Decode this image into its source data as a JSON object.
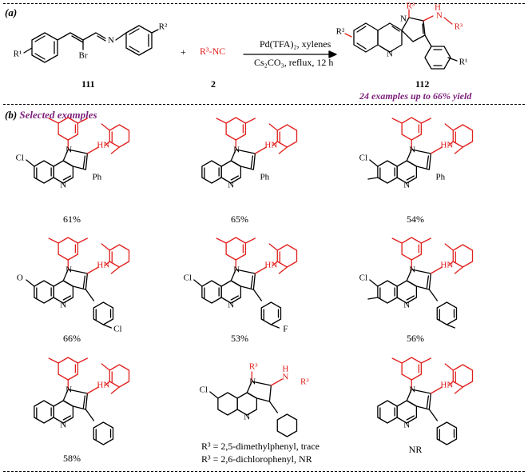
{
  "section_a": {
    "label": "(a)",
    "reactant1_id": "111",
    "reactant2_id": "2",
    "reactant2_formula": "R³-NC",
    "plus": "+",
    "conditions_line1": "Pd(TFA)₂, xylenes",
    "conditions_line2": "Cs₂CO₃, reflux, 12 h",
    "product_id": "112",
    "scope_note": "24 examples up to 66% yield",
    "atoms": {
      "R1": "R¹",
      "R2": "R²",
      "R3": "R³",
      "Br": "Br",
      "N": "N",
      "HN": "HN",
      "NR3": "N",
      "NH": "H"
    }
  },
  "section_b": {
    "label": "(b)",
    "title": "Selected examples",
    "examples": [
      {
        "yield": "61%",
        "substituent": "Cl",
        "aryl": "Ph"
      },
      {
        "yield": "65%",
        "substituent": "",
        "aryl": "Ph"
      },
      {
        "yield": "54%",
        "substituent": "Cl",
        "aryl": "Ph"
      },
      {
        "yield": "66%",
        "substituent": "O",
        "aryl": "Cl"
      },
      {
        "yield": "53%",
        "substituent": "Cl",
        "aryl": "F"
      },
      {
        "yield": "56%",
        "substituent": "Cl",
        "aryl": ""
      },
      {
        "yield": "58%",
        "substituent": "",
        "aryl": ""
      },
      {
        "yield": "",
        "substituent": "Cl",
        "aryl": ""
      },
      {
        "yield": "NR",
        "substituent": "",
        "aryl": ""
      }
    ],
    "special_note_line1": "R³ = 2,5-dimethylphenyl, trace",
    "special_note_line2": "R³ = 2,6-dichlorophenyl, NR",
    "atoms": {
      "N": "N",
      "HN": "HN",
      "Cl": "Cl",
      "F": "F",
      "Ph": "Ph",
      "O": "O",
      "R3": "R³",
      "NH": "N",
      "H": "H"
    }
  },
  "colors": {
    "reagent_red": "#e0201c",
    "note_purple": "#7b1e7a",
    "bond_black": "#000000"
  }
}
